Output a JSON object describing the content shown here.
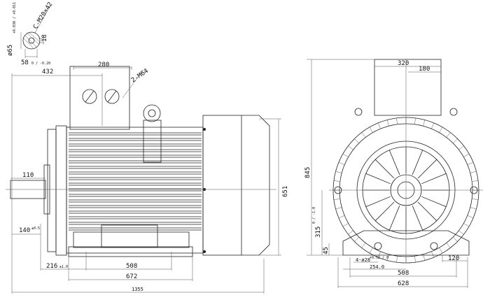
{
  "title": "Motor outline dimension drawing",
  "shaft_section": {
    "diameter": "ø65",
    "diameter_tol": "+0.030 / +0.011",
    "key_width": "18",
    "key_depth": "58",
    "key_depth_tol": "0 / -0.20",
    "thread": "C-M20×42"
  },
  "side_view": {
    "dim_432": "432",
    "dim_280": "280",
    "cable_entry": "2-M64",
    "dim_110": "110",
    "dim_140": "140",
    "dim_140_tol": "±0.5",
    "dim_216": "216",
    "dim_216_tol": "±1.0",
    "dim_508": "508",
    "dim_672": "672",
    "dim_1355": "1355",
    "dim_651": "651"
  },
  "front_view": {
    "dim_320": "320",
    "dim_180": "180",
    "dim_845": "845",
    "dim_315": "315",
    "dim_315_tol": "0 / -1.0",
    "dim_45": "45",
    "holes": "4-ø28",
    "holes_tol": "+0.52 / 0",
    "dim_254": "254.0",
    "dim_508": "508",
    "dim_628": "628",
    "dim_120": "120"
  }
}
